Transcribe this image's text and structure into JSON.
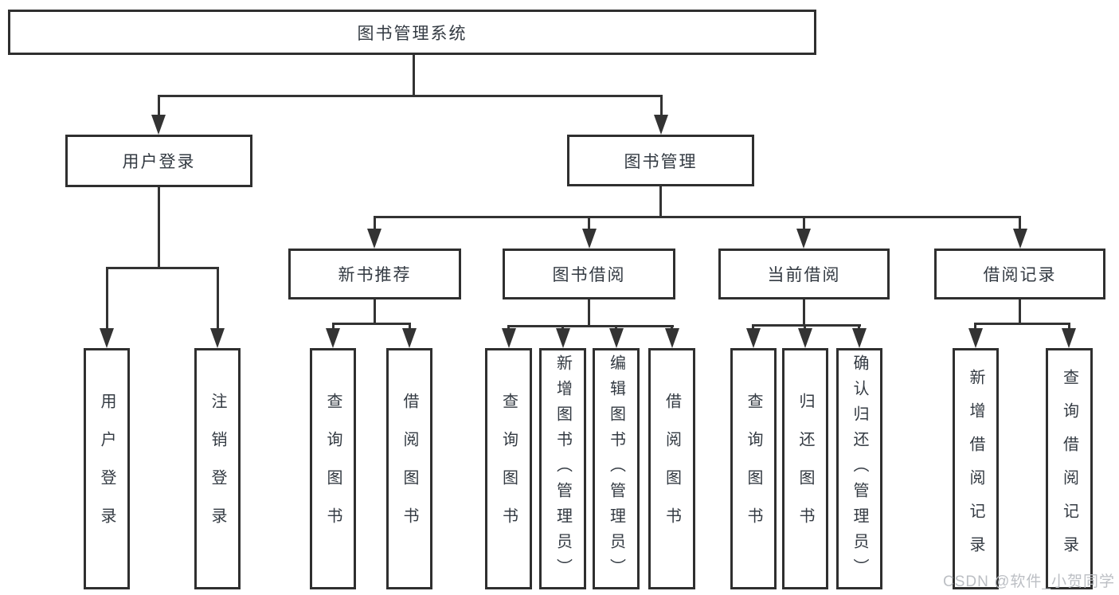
{
  "colors": {
    "line": "#333333",
    "box_border": "#2f2f2f",
    "text": "#333a42",
    "background": "#ffffff",
    "watermark": "#bcbfc4"
  },
  "diagram": {
    "root": "图书管理系统",
    "branches": [
      {
        "label": "用户登录",
        "leaves": [
          "用户登录",
          "注销登录"
        ]
      },
      {
        "label": "图书管理",
        "children": [
          {
            "label": "新书推荐",
            "leaves": [
              "查询图书",
              "借阅图书"
            ]
          },
          {
            "label": "图书借阅",
            "leaves": [
              "查询图书",
              "新增图书（管理员）",
              "编辑图书（管理员）",
              "借阅图书"
            ]
          },
          {
            "label": "当前借阅",
            "leaves": [
              "查询图书",
              "归还图书",
              "确认归还（管理员）"
            ]
          },
          {
            "label": "借阅记录",
            "leaves": [
              "新增借阅记录",
              "查询借阅记录"
            ]
          }
        ]
      }
    ]
  },
  "watermark": {
    "text": "CSDN @软件_小贺同学"
  }
}
